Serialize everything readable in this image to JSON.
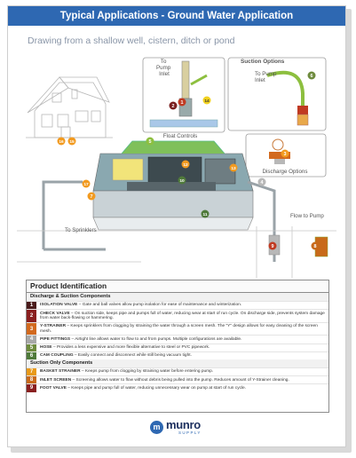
{
  "header": {
    "title": "Typical Applications - Ground Water Application",
    "subtitle": "Drawing from a shallow well, cistern, ditch or pond"
  },
  "diagram": {
    "to_pump_inlet_1": [
      "To",
      "Pump",
      "Inlet"
    ],
    "to_pump_inlet_2": [
      "To Pump",
      "Inlet"
    ],
    "suction_options": "Suction Options",
    "float_controls": "Float Controls",
    "discharge_options": "Discharge Options",
    "to_sprinklers": "To Sprinklers",
    "flow_to_pump": "Flow to Pump",
    "callouts": [
      "1",
      "2",
      "3",
      "4",
      "5",
      "6",
      "7",
      "8",
      "9",
      "10",
      "11",
      "12",
      "13",
      "14",
      "15",
      "16",
      "17"
    ]
  },
  "colors": {
    "title_blue": "#2e68b2",
    "callout_orange": "#f29a1f",
    "callout_yellow": "#f2d21f",
    "callout_green": "#8dbf3f",
    "callout_red": "#c03a22",
    "callout_maroon": "#7a1e1e",
    "unit_green": "#7fc05a",
    "line_gray": "#8c8c8c"
  },
  "product_identification": {
    "heading": "Product Identification",
    "discharge_heading": "Discharge & Suction Components",
    "discharge_items": [
      {
        "num": "1",
        "color": "#4a1a1a",
        "name": "ISOLATION VALVE",
        "desc": " – Gate and ball valves allow pump isolation for ease of maintenance and winterization."
      },
      {
        "num": "2",
        "color": "#8a1f1f",
        "name": "CHECK VALVE",
        "desc": " – On suction side, keeps pipe and pumps full of water, reducing wear at start of run cycle. On discharge side, prevents system damage from water back-flowing or hammering."
      },
      {
        "num": "3",
        "color": "#d2691e",
        "name": "Y-STRAINER",
        "desc": " – Keeps sprinklers from clogging by straining the water through a screen mesh. The \"Y\" design allows for easy cleaning of the screen mesh."
      },
      {
        "num": "4",
        "color": "#a8a8a8",
        "name": "PIPE FITTINGS",
        "desc": " – Airtight line allows water to flow to and from pumps. Multiple configurations are available."
      },
      {
        "num": "5",
        "color": "#6e8b3d",
        "name": "HOSE",
        "desc": " – Provides a less expensive and more flexible alternative to steel or PVC pipework."
      },
      {
        "num": "6",
        "color": "#4f7a3a",
        "name": "CAM COUPLING",
        "desc": " – Easily connect and disconnect while still being vacuum tight."
      }
    ],
    "suction_heading": "Suction Only Components",
    "suction_items": [
      {
        "num": "7",
        "color": "#e89a1a",
        "name": "BASKET STRAINER",
        "desc": " – Keeps pump from clogging by straining water before entering pump."
      },
      {
        "num": "8",
        "color": "#c86a1a",
        "name": "INLET SCREEN",
        "desc": " – Screening allows water to flow without debris being pulled into the pump. Reduces amount of Y-Strainer cleaning."
      },
      {
        "num": "9",
        "color": "#8a1f1f",
        "name": "FOOT VALVE",
        "desc": " – Keeps pipe and pump full of water, reducing unnecessary wear on pump at start of run cycle."
      }
    ]
  },
  "logo": {
    "mark": "m",
    "name": "munro",
    "tagline": "SUPPLY"
  }
}
